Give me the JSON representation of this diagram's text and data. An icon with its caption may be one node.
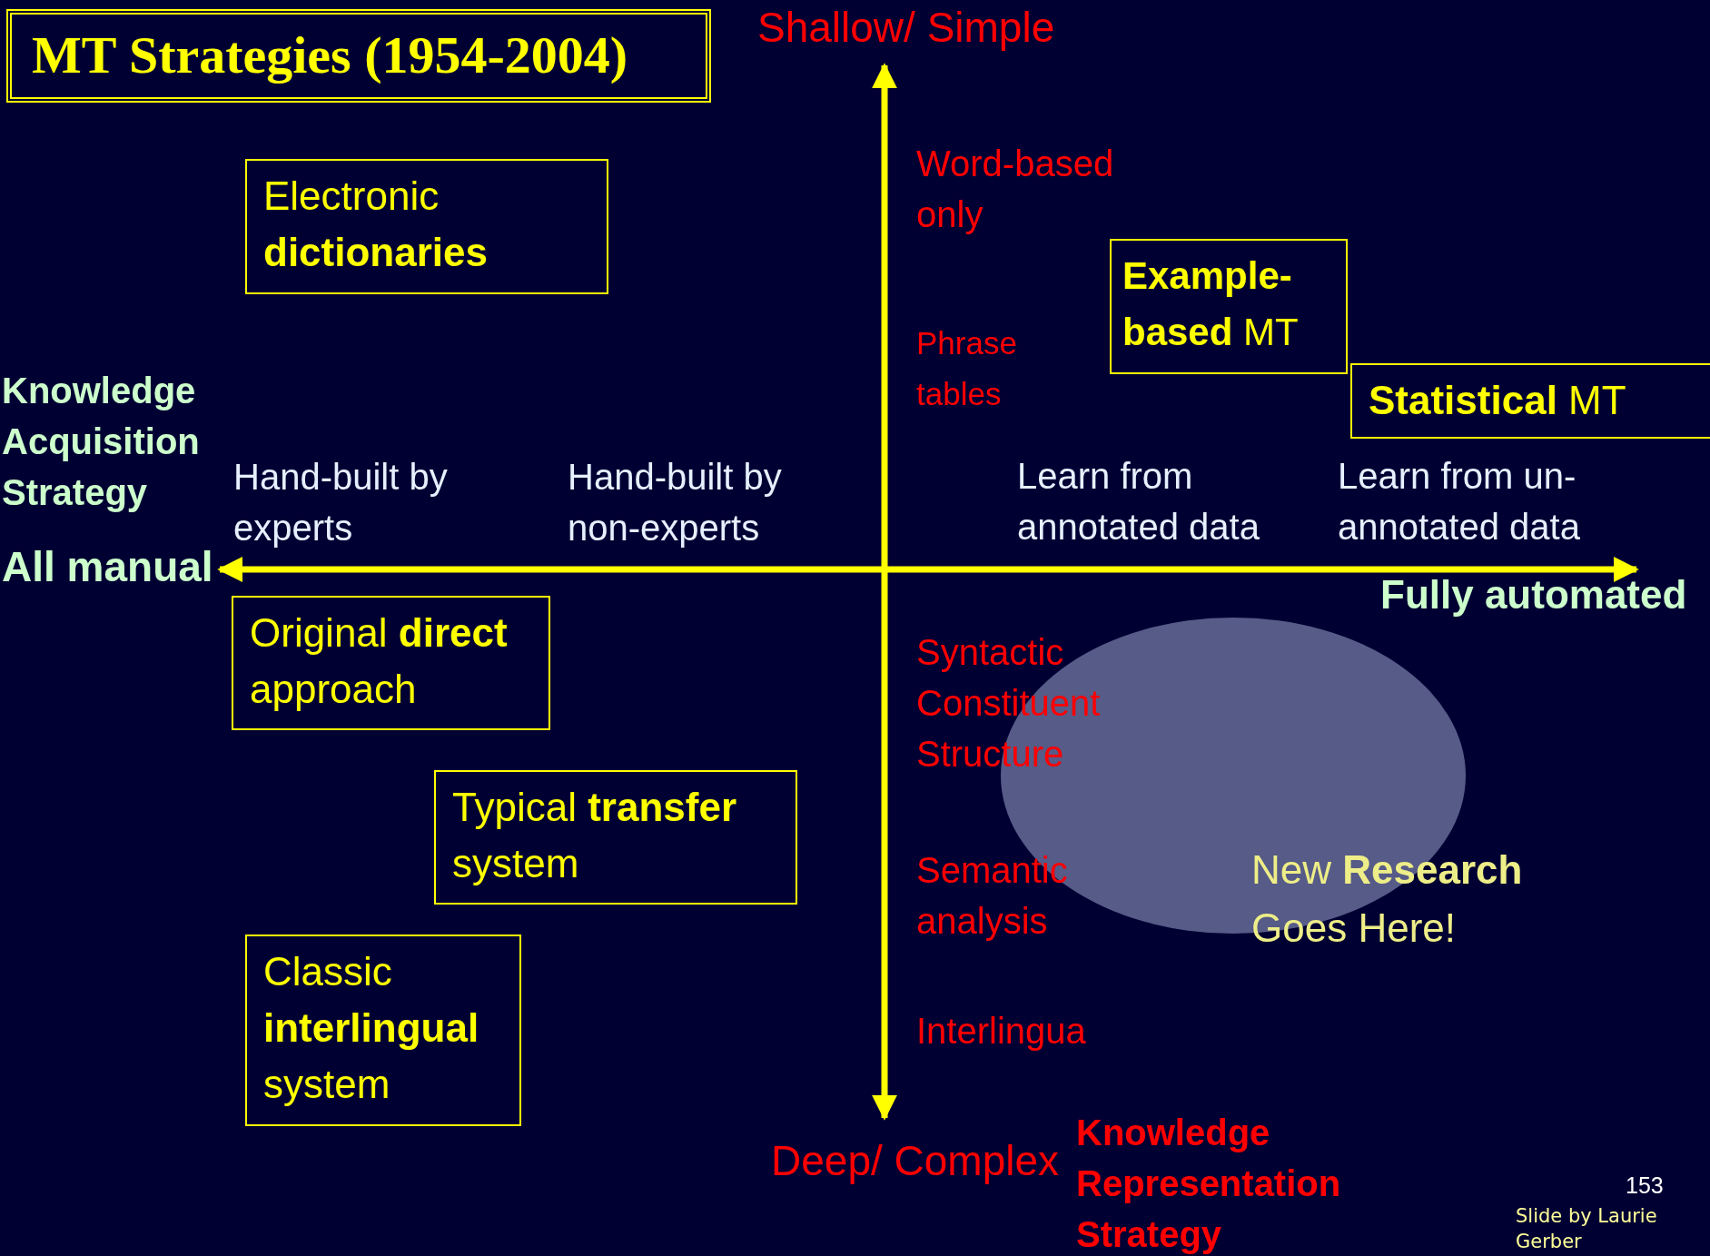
{
  "diagram": {
    "title": "MT Strategies (1954-2004)",
    "nodes": [
      {
        "text": [
          "Electronic **dictionaries**"
        ]
      },
      {
        "text": [
          "**Example-based** MT"
        ]
      },
      {
        "text": [
          "**Statistical** MT"
        ]
      },
      {
        "text": [
          "Original **direct** approach"
        ]
      },
      {
        "text": [
          "Typical **transfer** system"
        ]
      },
      {
        "text": [
          "Classic **interlingual** system"
        ]
      },
      {
        "text": [
          "New **Research** Goes Here!"
        ]
      }
    ],
    "edges": [],
    "labels": [
      "Shallow/ Simple",
      "Word-based only",
      "Phrase tables",
      "Knowledge Acquisition Strategy",
      "Hand-built by experts",
      "Hand-built by non-experts",
      "Learn from annotated data",
      "Learn from un-annotated data",
      "All manual",
      "Fully automated",
      "Syntactic Constituent Structure",
      "Semantic analysis",
      "Interlingua",
      "Deep/ Complex",
      "Knowledge Representation Strategy",
      "Slide by Laurie Gerber",
      "153"
    ]
  }
}
